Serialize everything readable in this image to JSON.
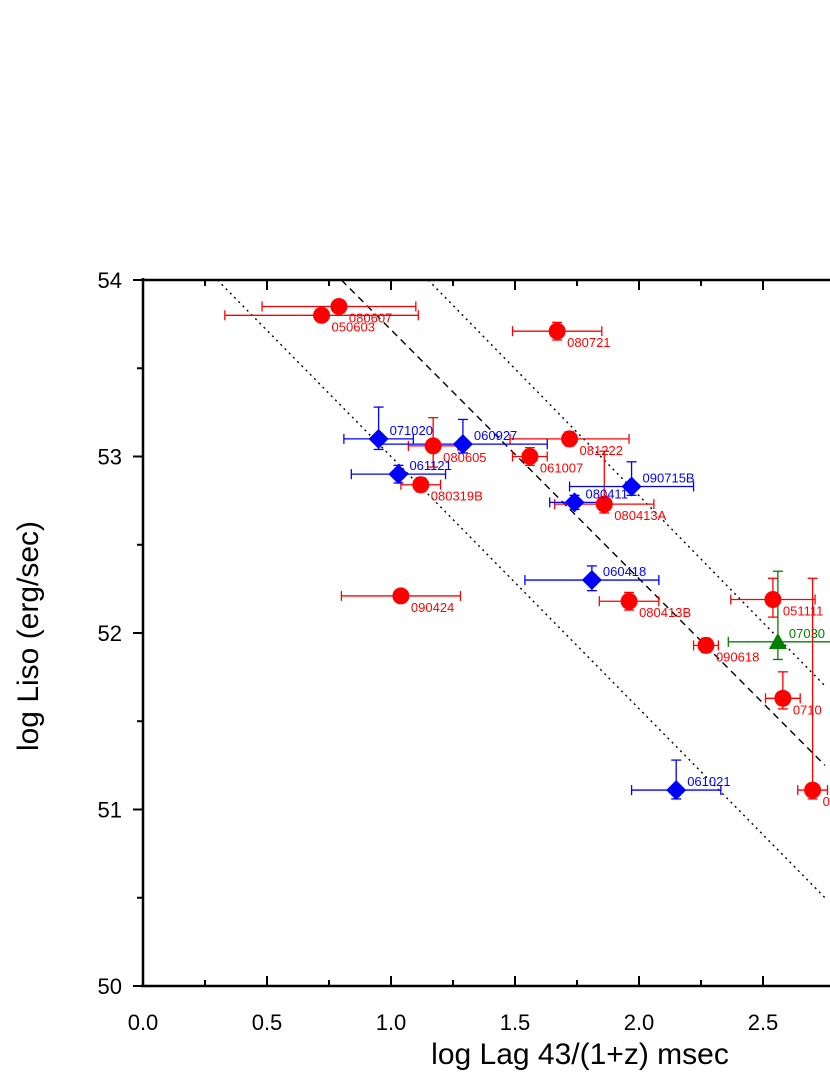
{
  "chart_data": {
    "type": "scatter",
    "title": "",
    "xlabel": "log Lag 43/(1+z)  msec",
    "ylabel": "log Liso (erg/sec)",
    "xlim": [
      0.0,
      2.75
    ],
    "ylim": [
      50,
      54
    ],
    "x_ticks": [
      "0.0",
      "0.5",
      "1.0",
      "1.5",
      "2.0",
      "2.5"
    ],
    "x_tick_values": [
      0.0,
      0.5,
      1.0,
      1.5,
      2.0,
      2.5
    ],
    "y_ticks": [
      "50",
      "51",
      "52",
      "53",
      "54"
    ],
    "y_tick_values": [
      50,
      51,
      52,
      53,
      54
    ],
    "grid": false,
    "colors": {
      "red": "#ff0000",
      "blue": "#0000ff",
      "green": "#008000",
      "axis": "#000000"
    },
    "series": [
      {
        "marker": "circle",
        "color": "#ff0000",
        "points": [
          {
            "label": "080607",
            "x": 0.79,
            "y": 53.85,
            "xerr": [
              0.31,
              0.31
            ],
            "yerr": [
              0.03,
              0.03
            ]
          },
          {
            "label": "050603",
            "x": 0.72,
            "y": 53.8,
            "xerr": [
              0.39,
              0.39
            ],
            "yerr": [
              0.02,
              0.02
            ]
          },
          {
            "label": "080721",
            "x": 1.67,
            "y": 53.71,
            "xerr": [
              0.18,
              0.18
            ],
            "yerr": [
              0.05,
              0.05
            ]
          },
          {
            "label": "080605",
            "x": 1.17,
            "y": 53.06,
            "xerr": [
              0.1,
              0.1
            ],
            "yerr": [
              0.12,
              0.16
            ]
          },
          {
            "label": "061007",
            "x": 1.56,
            "y": 53.0,
            "xerr": [
              0.07,
              0.07
            ],
            "yerr": [
              0.05,
              0.05
            ]
          },
          {
            "label": "081222",
            "x": 1.72,
            "y": 53.1,
            "xerr": [
              0.24,
              0.24
            ],
            "yerr": [
              0.04,
              0.04
            ]
          },
          {
            "label": "080319B",
            "x": 1.12,
            "y": 52.84,
            "xerr": [
              0.08,
              0.08
            ],
            "yerr": [
              0.04,
              0.04
            ]
          },
          {
            "label": "080413A",
            "x": 1.86,
            "y": 52.73,
            "xerr": [
              0.2,
              0.2
            ],
            "yerr": [
              0.05,
              0.3
            ]
          },
          {
            "label": "090424",
            "x": 1.04,
            "y": 52.21,
            "xerr": [
              0.24,
              0.24
            ],
            "yerr": [
              0.03,
              0.03
            ]
          },
          {
            "label": "080413B",
            "x": 1.96,
            "y": 52.18,
            "xerr": [
              0.12,
              0.12
            ],
            "yerr": [
              0.05,
              0.05
            ]
          },
          {
            "label": "090618",
            "x": 2.27,
            "y": 51.93,
            "xerr": [
              0.05,
              0.05
            ],
            "yerr": [
              0.04,
              0.04
            ]
          },
          {
            "label": "051111",
            "x": 2.54,
            "y": 52.19,
            "xerr": [
              0.17,
              0.17
            ],
            "yerr": [
              0.1,
              0.12
            ]
          },
          {
            "label": "0710",
            "x": 2.58,
            "y": 51.63,
            "xerr": [
              0.07,
              0.07
            ],
            "yerr": [
              0.06,
              0.15
            ]
          },
          {
            "label": "0",
            "x": 2.7,
            "y": 51.11,
            "xerr": [
              0.06,
              0.06
            ],
            "yerr": [
              0.05,
              1.2
            ]
          }
        ]
      },
      {
        "marker": "diamond",
        "color": "#0000ff",
        "points": [
          {
            "label": "071020",
            "x": 0.95,
            "y": 53.1,
            "xerr": [
              0.14,
              0.14
            ],
            "yerr": [
              0.06,
              0.18
            ]
          },
          {
            "label": "060927",
            "x": 1.29,
            "y": 53.07,
            "xerr": [
              0.34,
              0.34
            ],
            "yerr": [
              0.05,
              0.14
            ]
          },
          {
            "label": "061121",
            "x": 1.03,
            "y": 52.9,
            "xerr": [
              0.19,
              0.19
            ],
            "yerr": [
              0.05,
              0.05
            ]
          },
          {
            "label": "080411",
            "x": 1.74,
            "y": 52.74,
            "xerr": [
              0.1,
              0.1
            ],
            "yerr": [
              0.04,
              0.04
            ]
          },
          {
            "label": "090715B",
            "x": 1.97,
            "y": 52.83,
            "xerr": [
              0.25,
              0.25
            ],
            "yerr": [
              0.05,
              0.14
            ]
          },
          {
            "label": "060418",
            "x": 1.81,
            "y": 52.3,
            "xerr": [
              0.27,
              0.27
            ],
            "yerr": [
              0.06,
              0.08
            ]
          },
          {
            "label": "061021",
            "x": 2.15,
            "y": 51.11,
            "xerr": [
              0.18,
              0.18
            ],
            "yerr": [
              0.05,
              0.17
            ]
          }
        ]
      },
      {
        "marker": "triangle",
        "color": "#008000",
        "points": [
          {
            "label": "07030",
            "x": 2.56,
            "y": 51.95,
            "xerr": [
              0.2,
              0.3
            ],
            "yerr": [
              0.1,
              0.4
            ]
          }
        ]
      }
    ],
    "lines": [
      {
        "style": "dashed",
        "points": [
          [
            0.8,
            54.0
          ],
          [
            2.75,
            51.25
          ]
        ]
      },
      {
        "style": "dotted",
        "points": [
          [
            0.3,
            54.0
          ],
          [
            2.75,
            50.5
          ]
        ]
      },
      {
        "style": "dotted",
        "points": [
          [
            1.15,
            54.0
          ],
          [
            2.75,
            51.7
          ]
        ]
      }
    ]
  }
}
